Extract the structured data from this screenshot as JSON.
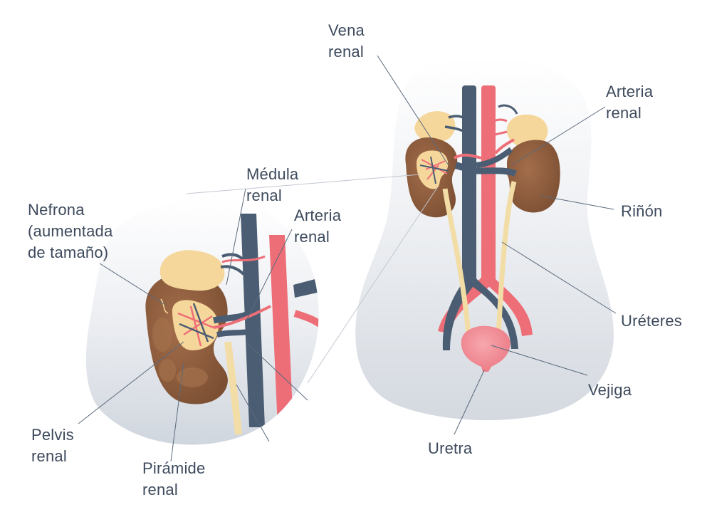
{
  "colors": {
    "artery": "#ee6e78",
    "vein": "#4b5d72",
    "kidney": "#8a5a3c",
    "kidney_light": "#b07a55",
    "gland": "#f6d79b",
    "ureter": "#f3dda6",
    "bladder": "#f28f98",
    "label_text": "#3d4a5c",
    "leader_line": "#5a6a7c"
  },
  "labels": {
    "vena_renal": [
      "Vena",
      "renal"
    ],
    "arteria_renal_right": [
      "Arteria",
      "renal"
    ],
    "medula_renal": [
      "Médula",
      "renal"
    ],
    "nefrona": [
      "Nefrona",
      "(aumentada",
      "de tamaño)"
    ],
    "arteria_renal_zoom": [
      "Arteria",
      "renal"
    ],
    "rinon": [
      "Riñón"
    ],
    "ureteres": [
      "Uréteres"
    ],
    "vejiga": [
      "Vejiga"
    ],
    "uretra": [
      "Uretra"
    ],
    "pelvis_renal": [
      "Pelvis",
      "renal"
    ],
    "piramide_renal": [
      "Pirámide",
      "renal"
    ]
  }
}
